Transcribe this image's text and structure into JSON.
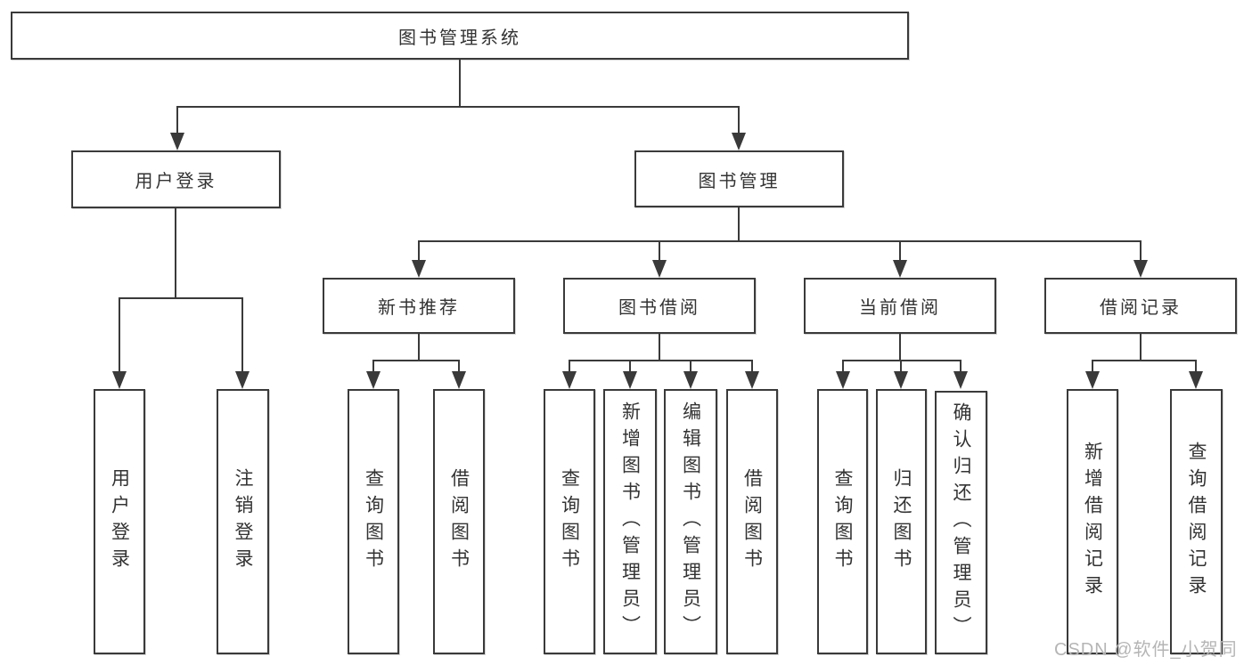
{
  "colors": {
    "line": "#3a3a3a",
    "text": "#333333",
    "background": "#ffffff",
    "watermark": "#b5b5b5"
  },
  "diagram": {
    "root": {
      "label": "图书管理系统"
    },
    "level1": [
      {
        "label": "用户登录"
      },
      {
        "label": "图书管理"
      }
    ],
    "level2": [
      {
        "label": "新书推荐"
      },
      {
        "label": "图书借阅"
      },
      {
        "label": "当前借阅"
      },
      {
        "label": "借阅记录"
      }
    ],
    "leaves": [
      {
        "label": "用户登录"
      },
      {
        "label": "注销登录"
      },
      {
        "label": "查询图书"
      },
      {
        "label": "借阅图书"
      },
      {
        "label": "查询图书"
      },
      {
        "label": "新增图书（管理员）"
      },
      {
        "label": "编辑图书（管理员）"
      },
      {
        "label": "借阅图书"
      },
      {
        "label": "查询图书"
      },
      {
        "label": "归还图书"
      },
      {
        "label": "确认归还（管理员）"
      },
      {
        "label": "新增借阅记录"
      },
      {
        "label": "查询借阅记录"
      }
    ]
  },
  "watermark": {
    "text": "CSDN @软件_小贺同学"
  }
}
